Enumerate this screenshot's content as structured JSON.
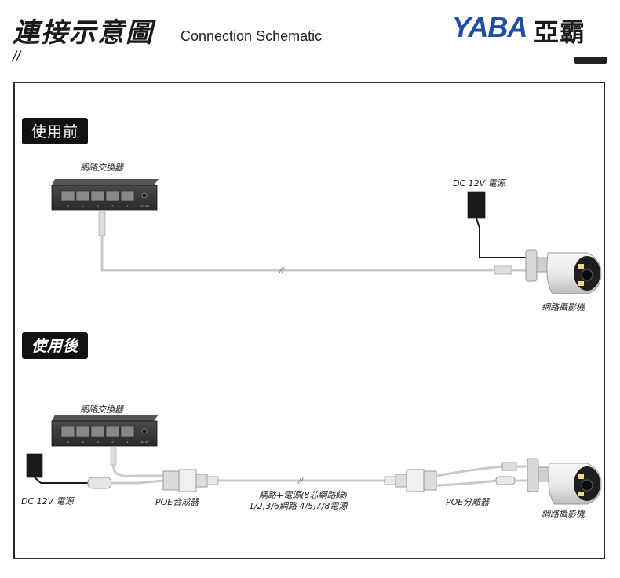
{
  "header": {
    "title_zh": "連接示意圖",
    "title_en": "Connection Schematic",
    "brand_latin": "YABA",
    "brand_zh": "亞霸",
    "slash": "//"
  },
  "before": {
    "label": "使用前",
    "switch_label": "網路交換器",
    "power_label": "DC 12V 電源",
    "camera_label": "網路攝影機"
  },
  "after": {
    "label": "使用後",
    "switch_label": "網路交換器",
    "power_label": "DC 12V 電源",
    "poe_combiner_label": "POE合成器",
    "cable_label_line1": "網路+電源(8芯網路線)",
    "cable_label_line2": "1/2,3/6網路 4/5,7/8電源",
    "poe_splitter_label": "POE分離器",
    "camera_label": "網路攝影機"
  },
  "switch_port_numbers": [
    "5",
    "4",
    "3",
    "2",
    "1"
  ],
  "switch_dc_label": "DC 5V",
  "colors": {
    "brand_blue": "#1f4fa0",
    "cable": "#c8c8c8",
    "device_dark": "#2b2b2b",
    "camera_body": "#e8e8e8"
  }
}
